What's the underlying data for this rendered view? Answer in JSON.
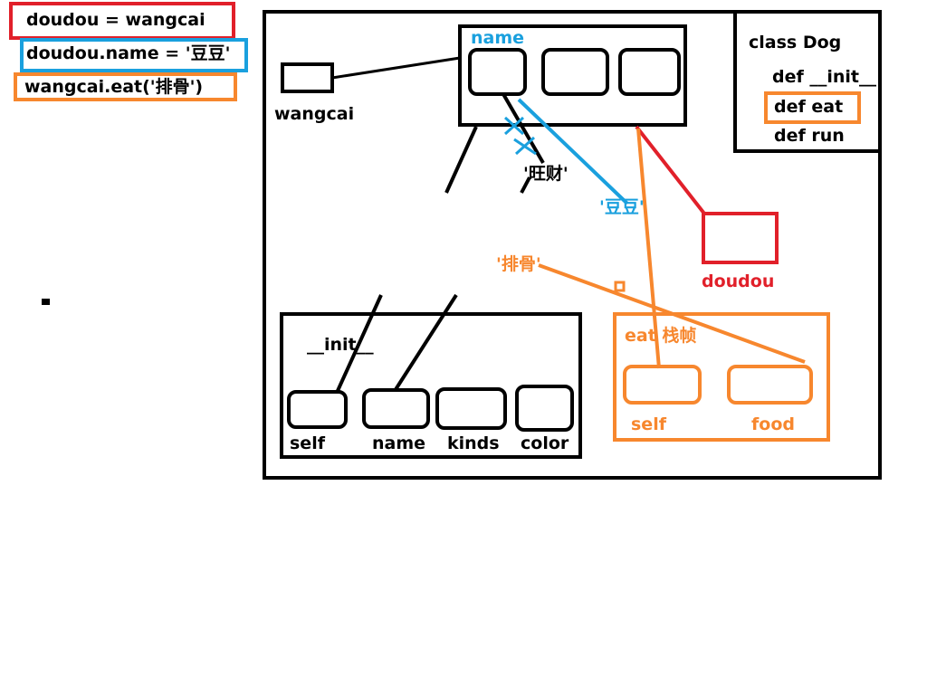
{
  "legend": {
    "line1": "doudou = wangcai",
    "line2": "doudou.name = '豆豆'",
    "line3": "wangcai.eat('排骨')"
  },
  "class_box": {
    "title": "class Dog",
    "method1": "def __init__",
    "method2": "def eat",
    "method3": "def run"
  },
  "object": {
    "attr_label": "name",
    "var_wangcai": "wangcai",
    "var_doudou": "doudou",
    "old_value": "'旺财'",
    "new_value": "'豆豆'"
  },
  "init_frame": {
    "title": "__init__",
    "slots": [
      "self",
      "name",
      "kinds",
      "color"
    ]
  },
  "eat_frame": {
    "title": "eat 栈帧",
    "arg_value": "'排骨'",
    "slots": [
      "self",
      "food"
    ]
  },
  "colors": {
    "black": "#000000",
    "red": "#e1202a",
    "blue": "#1aa0de",
    "orange": "#f7872e"
  }
}
